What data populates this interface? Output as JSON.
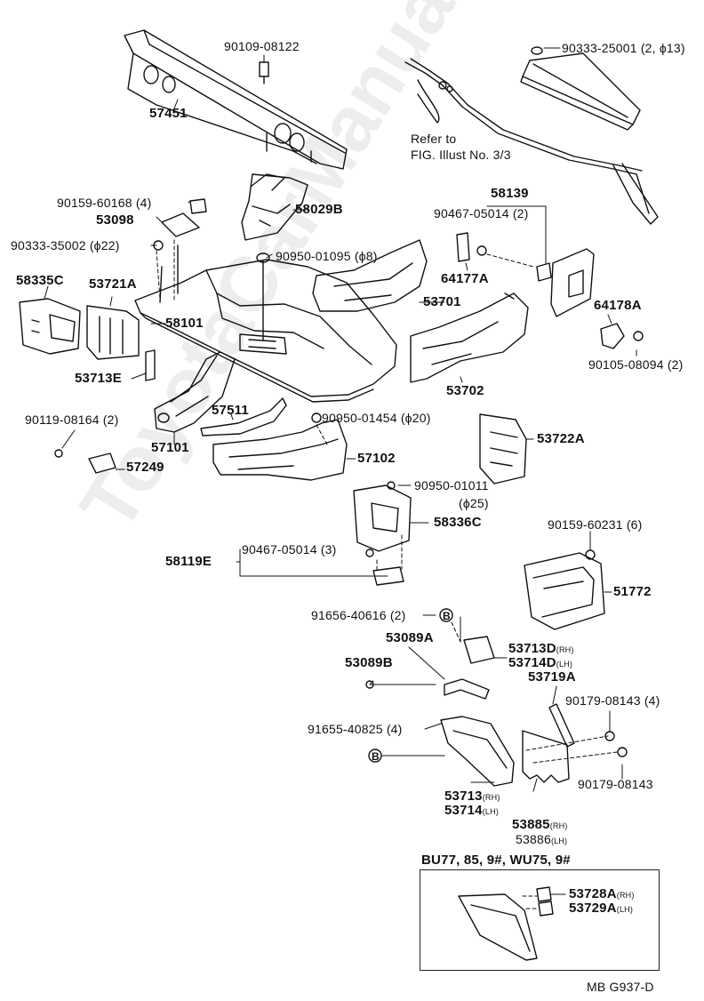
{
  "diagram": {
    "watermark": "ToyotaCarManual.ru",
    "figure_code": "MB G937-D",
    "inset_title": "BU77, 85, 9#, WU75, 9#",
    "reference_note_line1": "Refer to",
    "reference_note_line2": "FIG. Illust No. 3/3",
    "callout_letter": "B"
  },
  "labels": {
    "p57451": "57451",
    "p90109": "90109-08122",
    "p90333_25001": "90333-25001 (2, ϕ13)",
    "p90159_60168": "90159-60168 (4)",
    "p53098": "53098",
    "p58029b": "58029B",
    "p58139": "58139",
    "p90333_35002": "90333-35002 (ϕ22)",
    "p90467_05014_2": "90467-05014 (2)",
    "p90950_01095": "90950-01095 (ϕ8)",
    "p58335c": "58335C",
    "p53721a": "53721A",
    "p64177a": "64177A",
    "p53701": "53701",
    "p64178a": "64178A",
    "p58101": "58101",
    "p53713e": "53713E",
    "p90105": "90105-08094 (2)",
    "p53702": "53702",
    "p90119": "90119-08164 (2)",
    "p57511": "57511",
    "p90950_01454": "90950-01454 (ϕ20)",
    "p57101": "57101",
    "p53722a": "53722A",
    "p57249": "57249",
    "p57102": "57102",
    "p90950_01011": "90950-01011",
    "p90950_01011_dia": "(ϕ25)",
    "p58336c": "58336C",
    "p90159_60231": "90159-60231 (6)",
    "p90467_05014_3": "90467-05014 (3)",
    "p58119e": "58119E",
    "p51772": "51772",
    "p91656": "91656-40616 (2)",
    "p53089a": "53089A",
    "p53713d": "53713D",
    "p53714d": "53714D",
    "p53089b": "53089B",
    "p53719a": "53719A",
    "p90179_4": "90179-08143 (4)",
    "p91655": "91655-40825 (4)",
    "p90179": "90179-08143",
    "p53713": "53713",
    "p53714": "53714",
    "p53885": "53885",
    "p53886": "53886",
    "p53728a": "53728A",
    "p53729a": "53729A",
    "rh": "(RH)",
    "lh": "(LH)"
  },
  "colors": {
    "ink": "#111111",
    "paper": "#ffffff",
    "watermark": "#d9d9d9"
  }
}
